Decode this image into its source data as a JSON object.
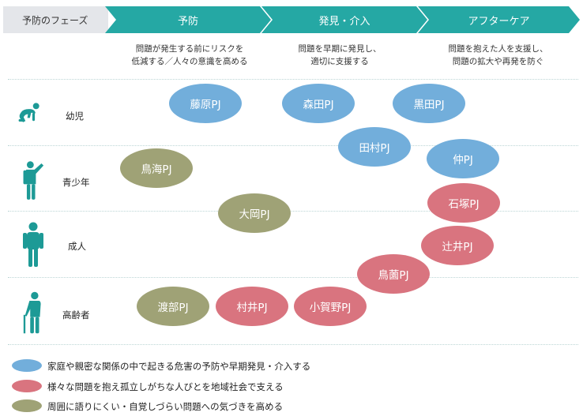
{
  "header": {
    "phase_label": "予防のフェーズ",
    "phases": [
      "予防",
      "発見・介入",
      "アフターケア"
    ]
  },
  "descriptions": [
    [
      "問題が発生する前にリスクを",
      "低減する／人々の意識を高める"
    ],
    [
      "問題を早期に発見し、",
      "適切に支援する"
    ],
    [
      "問題を抱えた人を支援し、",
      "問題の拡大や再発を防ぐ"
    ]
  ],
  "age_groups": [
    {
      "label": "幼児",
      "icon": "crawling-baby-icon"
    },
    {
      "label": "青少年",
      "icon": "youth-waving-icon"
    },
    {
      "label": "成人",
      "icon": "adult-standing-icon"
    },
    {
      "label": "高齢者",
      "icon": "elderly-cane-icon"
    }
  ],
  "projects": [
    {
      "label": "藤原PJ",
      "category": "blue"
    },
    {
      "label": "森田PJ",
      "category": "blue"
    },
    {
      "label": "黒田PJ",
      "category": "blue"
    },
    {
      "label": "田村PJ",
      "category": "blue"
    },
    {
      "label": "仲PJ",
      "category": "blue"
    },
    {
      "label": "鳥海PJ",
      "category": "olive"
    },
    {
      "label": "大岡PJ",
      "category": "olive"
    },
    {
      "label": "石塚PJ",
      "category": "pink"
    },
    {
      "label": "辻井PJ",
      "category": "pink"
    },
    {
      "label": "鳥薗PJ",
      "category": "pink"
    },
    {
      "label": "渡部PJ",
      "category": "olive"
    },
    {
      "label": "村井PJ",
      "category": "pink"
    },
    {
      "label": "小賀野PJ",
      "category": "pink"
    }
  ],
  "legend": [
    {
      "label": "家庭や親密な関係の中で起きる危害の予防や早期発見・介入する",
      "category": "blue"
    },
    {
      "label": "様々な問題を抱え孤立しがちな人びとを地域社会で支える",
      "category": "pink"
    },
    {
      "label": "周囲に語りにくい・自覚しづらい問題への気づきを高める",
      "category": "olive"
    }
  ],
  "colors": {
    "blue": "#72aedb",
    "pink": "#d9747f",
    "olive": "#9fa276",
    "teal": "#25a8a4",
    "icon": "#1d9a96"
  }
}
